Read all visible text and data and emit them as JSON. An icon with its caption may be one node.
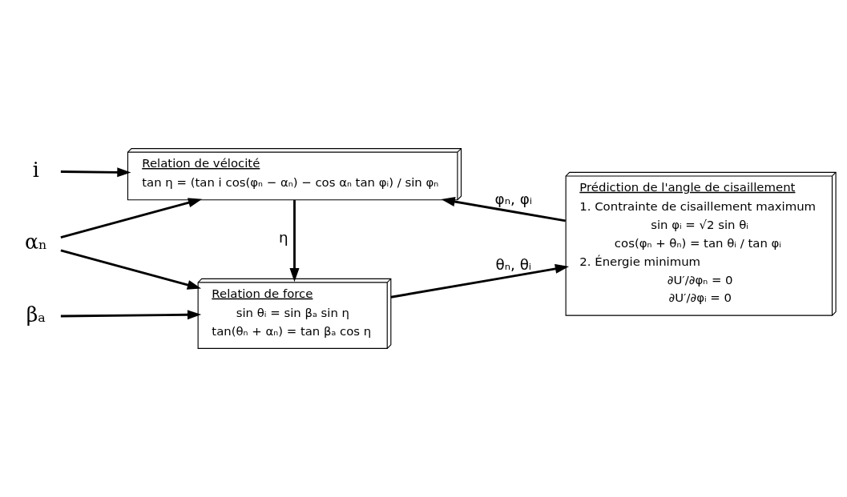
{
  "diagram": {
    "nodes": [
      {
        "text": [
          "Relation de force",
          "sin θᵢ = sin βₐ sin η",
          "tan(θₙ + αₙ) = tan βₐ cos η"
        ]
      },
      {
        "text": [
          "Prédiction de l'angle de cisaillement",
          "1. Contrainte de cisaillement maximum",
          "sin φᵢ = √2 sin θᵢ",
          "cos(φₙ + θₙ) = tan θᵢ / tan φᵢ",
          "2. Énergie minimum",
          "∂U′/∂φₙ = 0",
          "∂U′/∂φᵢ = 0"
        ]
      },
      {
        "text": [
          "Relation de vélocité",
          "tan η = (tan i cos(φₙ − αₙ) − cos αₙ tan φᵢ) / sin φₙ"
        ]
      },
      {
        "text": [
          "βₐ"
        ]
      },
      {
        "text": [
          "αₙ"
        ]
      },
      {
        "text": [
          "i"
        ]
      }
    ],
    "edges": [
      {
        "from": 3,
        "to": 0,
        "arrow": "to"
      },
      {
        "from": 4,
        "to": 0,
        "arrow": "to"
      },
      {
        "from": 4,
        "to": 2,
        "arrow": "to"
      },
      {
        "from": 5,
        "to": 2,
        "arrow": "to"
      },
      {
        "from": 0,
        "to": 1,
        "arrow": "to",
        "label": "θₙ, θᵢ"
      },
      {
        "from": 1,
        "to": 2,
        "arrow": "to",
        "label": "φₙ, φᵢ"
      },
      {
        "from": 2,
        "to": 0,
        "arrow": "to",
        "label": "η"
      }
    ]
  }
}
